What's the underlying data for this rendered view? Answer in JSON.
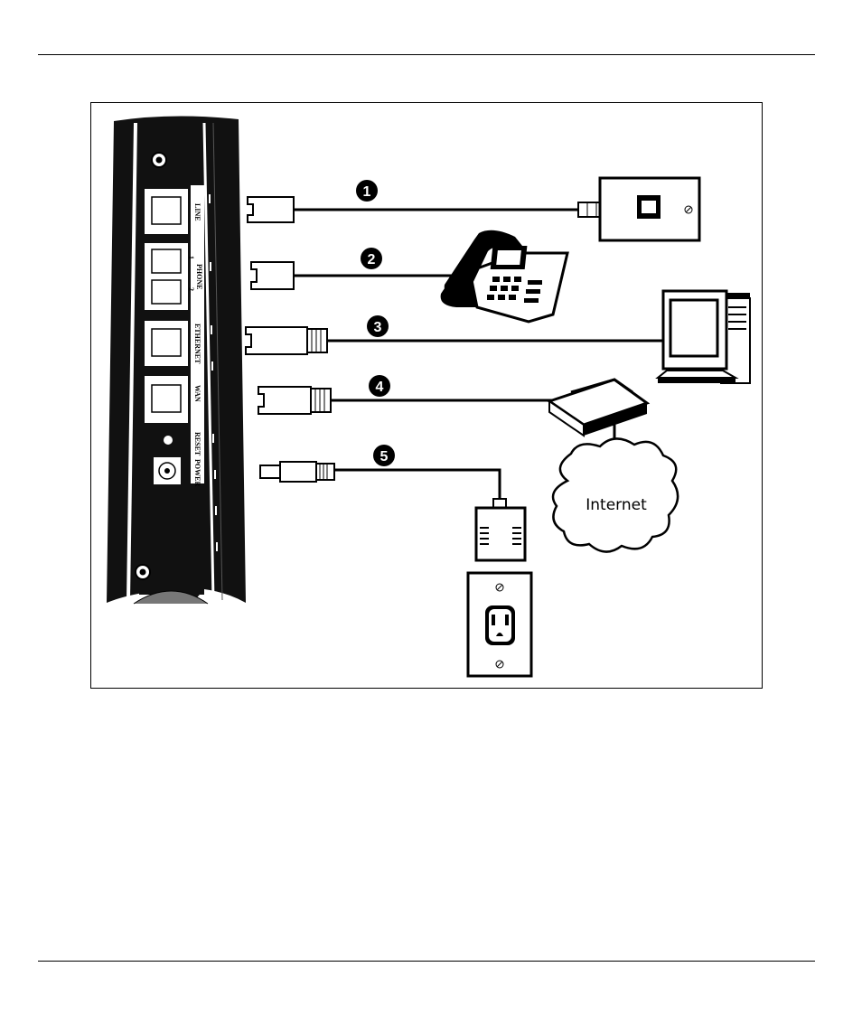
{
  "device": {
    "port_labels": [
      "LINE",
      "PHONE",
      "1",
      "2",
      "ETHERNET",
      "WAN",
      "RESET",
      "POWER"
    ]
  },
  "connections": [
    {
      "number": "1"
    },
    {
      "number": "2"
    },
    {
      "number": "3"
    },
    {
      "number": "4"
    },
    {
      "number": "5"
    }
  ],
  "cloud": {
    "label": "Internet"
  },
  "icons": [
    "telephone-wall-jack-icon",
    "telephone-icon",
    "computer-icon",
    "modem-icon",
    "power-adapter-icon",
    "power-outlet-icon",
    "internet-cloud-icon"
  ]
}
